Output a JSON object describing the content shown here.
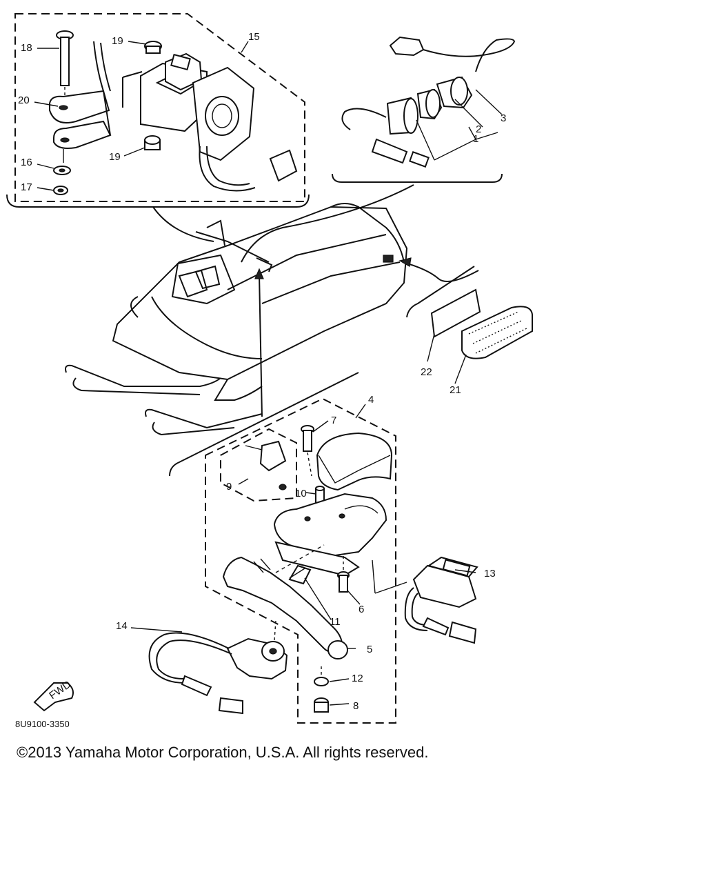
{
  "diagram": {
    "part_callouts": [
      {
        "id": "1",
        "text": "1"
      },
      {
        "id": "2",
        "text": "2"
      },
      {
        "id": "3",
        "text": "3"
      },
      {
        "id": "4",
        "text": "4"
      },
      {
        "id": "5",
        "text": "5"
      },
      {
        "id": "6",
        "text": "6"
      },
      {
        "id": "7",
        "text": "7"
      },
      {
        "id": "8",
        "text": "8"
      },
      {
        "id": "9",
        "text": "9"
      },
      {
        "id": "10",
        "text": "10"
      },
      {
        "id": "11",
        "text": "11"
      },
      {
        "id": "12",
        "text": "12"
      },
      {
        "id": "13",
        "text": "13"
      },
      {
        "id": "14",
        "text": "14"
      },
      {
        "id": "15",
        "text": "15"
      },
      {
        "id": "16",
        "text": "16"
      },
      {
        "id": "17",
        "text": "17"
      },
      {
        "id": "18",
        "text": "18"
      },
      {
        "id": "19a",
        "text": "19"
      },
      {
        "id": "19b",
        "text": "19"
      },
      {
        "id": "20",
        "text": "20"
      },
      {
        "id": "21",
        "text": "21"
      },
      {
        "id": "22",
        "text": "22"
      }
    ],
    "fwd_label": "FWD",
    "diagram_code": "8U9100-3350"
  },
  "footer": {
    "copyright": "©2013 Yamaha Motor Corporation, U.S.A. All rights reserved."
  }
}
